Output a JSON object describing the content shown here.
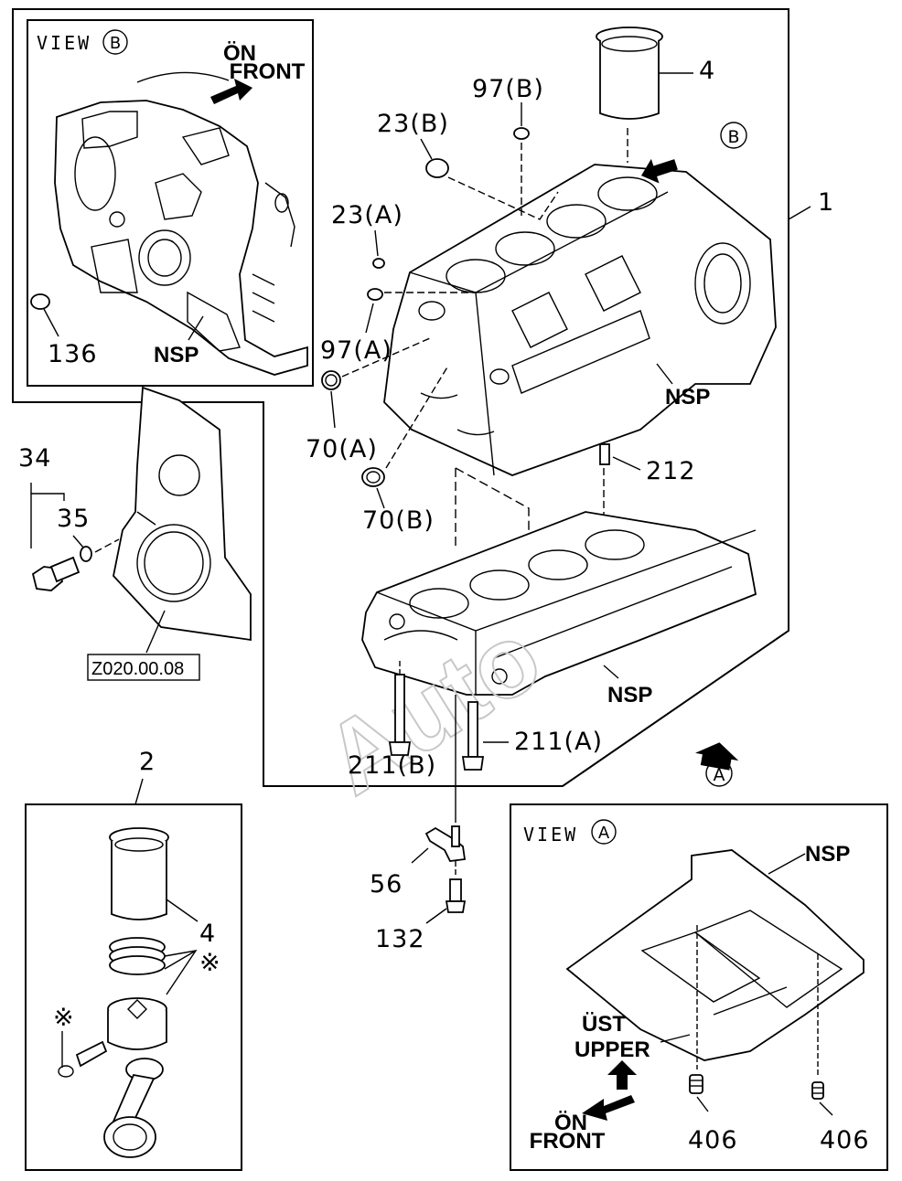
{
  "views": {
    "b_label": "VIEW",
    "b_letter": "B",
    "a_label": "VIEW",
    "a_letter": "A"
  },
  "directions": {
    "on_front_top_1": "ÖN",
    "on_front_top_2": "FRONT",
    "on_front_bottom_1": "ÖN",
    "on_front_bottom_2": "FRONT",
    "ust": "ÜST",
    "upper": "UPPER"
  },
  "callouts": {
    "arrow_b_letter": "B",
    "arrow_a_letter": "A"
  },
  "parts": {
    "p1": "1",
    "p2": "2",
    "p4_top": "4",
    "p4_kit": "4",
    "p23b": "23(B)",
    "p23a": "23(A)",
    "p97b": "97(B)",
    "p97a": "97(A)",
    "p70a": "70(A)",
    "p70b": "70(B)",
    "p212": "212",
    "p211a": "211(A)",
    "p211b": "211(B)",
    "p56": "56",
    "p132": "132",
    "p34": "34",
    "p35": "35",
    "p136": "136",
    "p406_left": "406",
    "p406_right": "406",
    "star_kit": "※",
    "star_pin": "※"
  },
  "nsp": {
    "view_b": "NSP",
    "block": "NSP",
    "lower": "NSP",
    "view_a": "NSP"
  },
  "reference": {
    "code": "Z020.00.08"
  }
}
